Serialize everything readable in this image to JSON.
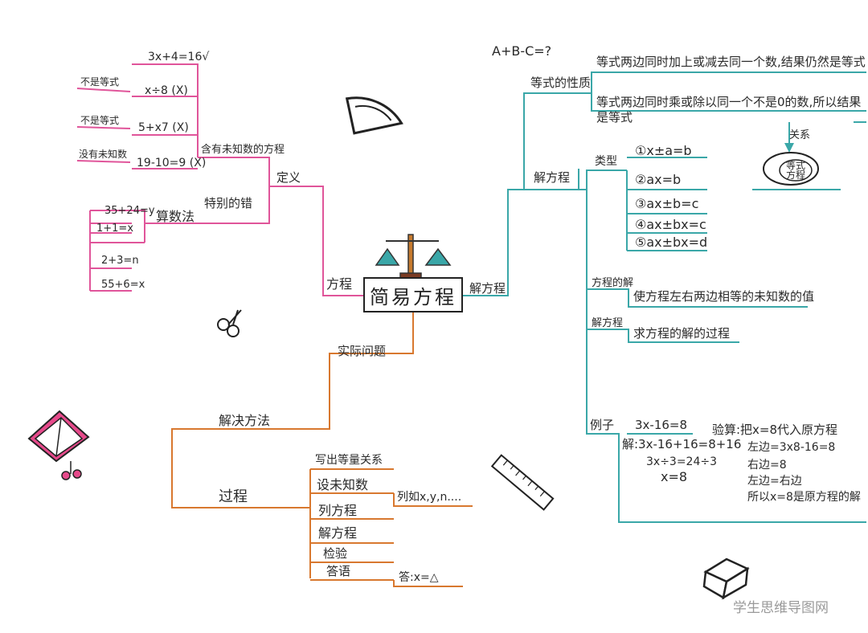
{
  "central_topic": "简易方程",
  "left_branch": {
    "label": "方程",
    "definition": {
      "label": "定义",
      "text": "含有未知数的方程",
      "examples": [
        {
          "eq": "3x+4=16√",
          "note": ""
        },
        {
          "eq": "x÷8  (X)",
          "note": "不是等式"
        },
        {
          "eq": "5+x7 (X)",
          "note": "不是等式"
        },
        {
          "eq": "19-10=9  (X)",
          "note": "没有未知数"
        }
      ]
    },
    "special": {
      "label": "特别的错",
      "sub_label": "算数法",
      "examples": [
        "35+24=y",
        "1+1=x",
        "2+3=n",
        "55+6=x"
      ]
    }
  },
  "right_branch": {
    "label": "解方程",
    "properties": {
      "label": "等式的性质",
      "items": [
        "等式两边同时加上或减去同一个数,结果仍然是等式",
        "等式两边同时乘或除以同一个不是0的数,所以结果是等式"
      ],
      "question": "A+B-C=?",
      "relation_label": "关系",
      "bubble_text": "等式 方程"
    },
    "solving": {
      "label": "解方程",
      "types_label": "类型",
      "types": [
        "①x±a=b",
        "②ax=b",
        "③ax±b=c",
        "④ax±bx=c",
        "⑤ax±bx=d"
      ],
      "solution_label": "方程的解",
      "solution_text": "使方程左右两边相等的未知数的值",
      "process_label": "解方程",
      "process_text": "求方程的解的过程",
      "example_label": "例子",
      "example_steps": [
        "3x-16=8",
        "解:3x-16+16=8+16",
        "3x÷3=24÷3",
        "x=8"
      ],
      "check_steps": [
        "验算:把x=8代入原方程",
        "左边=3x8-16=8",
        "右边=8",
        "左边=右边",
        "所以x=8是原方程的解"
      ]
    }
  },
  "bottom_branch": {
    "label": "实际问题",
    "method_label": "解决方法",
    "process_label": "过程",
    "steps": [
      "写出等量关系",
      "设未知数",
      "列方程",
      "解方程",
      "检验",
      "答语"
    ],
    "unknown_example": "列如x,y,n....",
    "answer_example": "答:x=△"
  },
  "watermark": "学生思维导图网",
  "colors": {
    "pink": "#e0559a",
    "teal": "#3aa7a8",
    "orange": "#d8782f",
    "brown": "#7a3a22"
  }
}
